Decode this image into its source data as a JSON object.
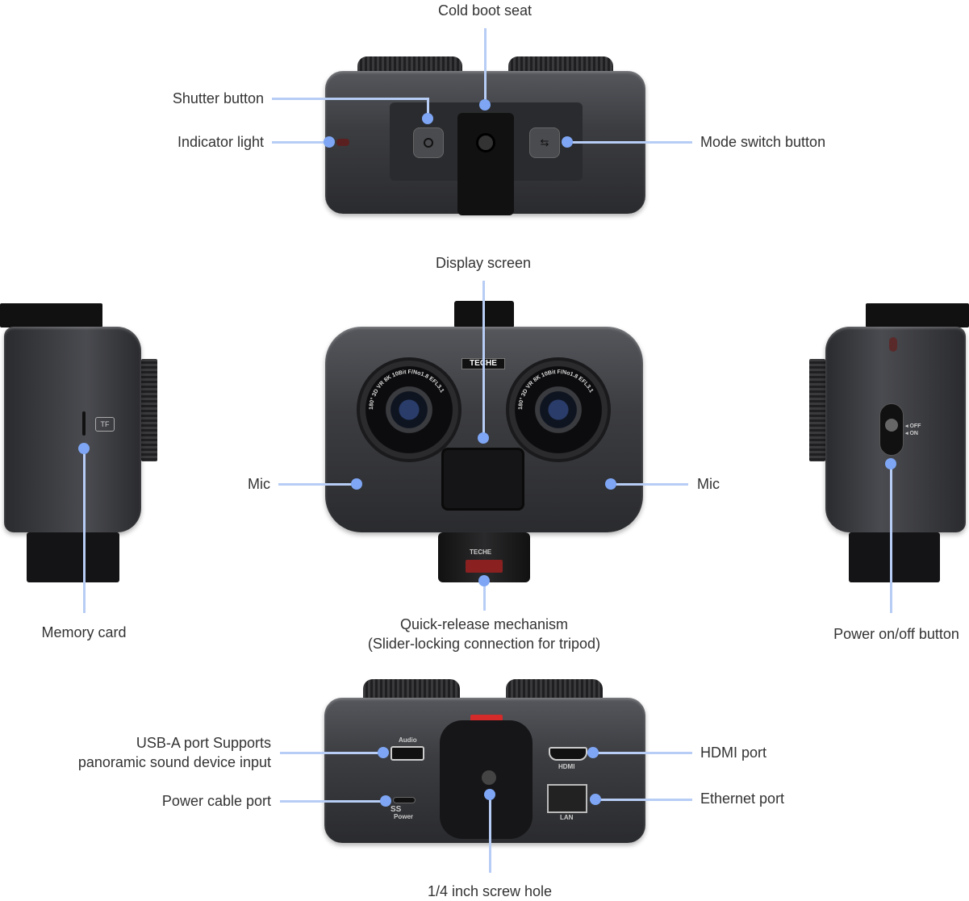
{
  "colors": {
    "leader_line": "#b7cdf5",
    "leader_dot": "#7ea6f4",
    "text": "#333333"
  },
  "callouts": {
    "cold_boot_seat": "Cold boot seat",
    "shutter_button": "Shutter button",
    "indicator_light": "Indicator light",
    "mode_switch_button": "Mode switch button",
    "display_screen": "Display screen",
    "mic_left": "Mic",
    "mic_right": "Mic",
    "memory_card": "Memory card",
    "quick_release_1": "Quick-release mechanism",
    "quick_release_2": "(Slider-locking connection for tripod)",
    "power_button": "Power on/off button",
    "usb_a_1": "USB-A port Supports",
    "usb_a_2": "panoramic sound device input",
    "power_cable": "Power cable port",
    "hdmi": "HDMI port",
    "ethernet": "Ethernet port",
    "screw_hole": "1/4 inch screw hole"
  },
  "device_markings": {
    "brand": "TECHE",
    "lens_ring": "180° 3D VR  8K 10Bit  F/No1.8  EFL3.1",
    "tf": "TF",
    "off": "◂ OFF",
    "on": "◂ ON",
    "audio": "Audio",
    "hdmi": "HDMI",
    "lan": "LAN",
    "power": "Power",
    "ss": "SS"
  }
}
